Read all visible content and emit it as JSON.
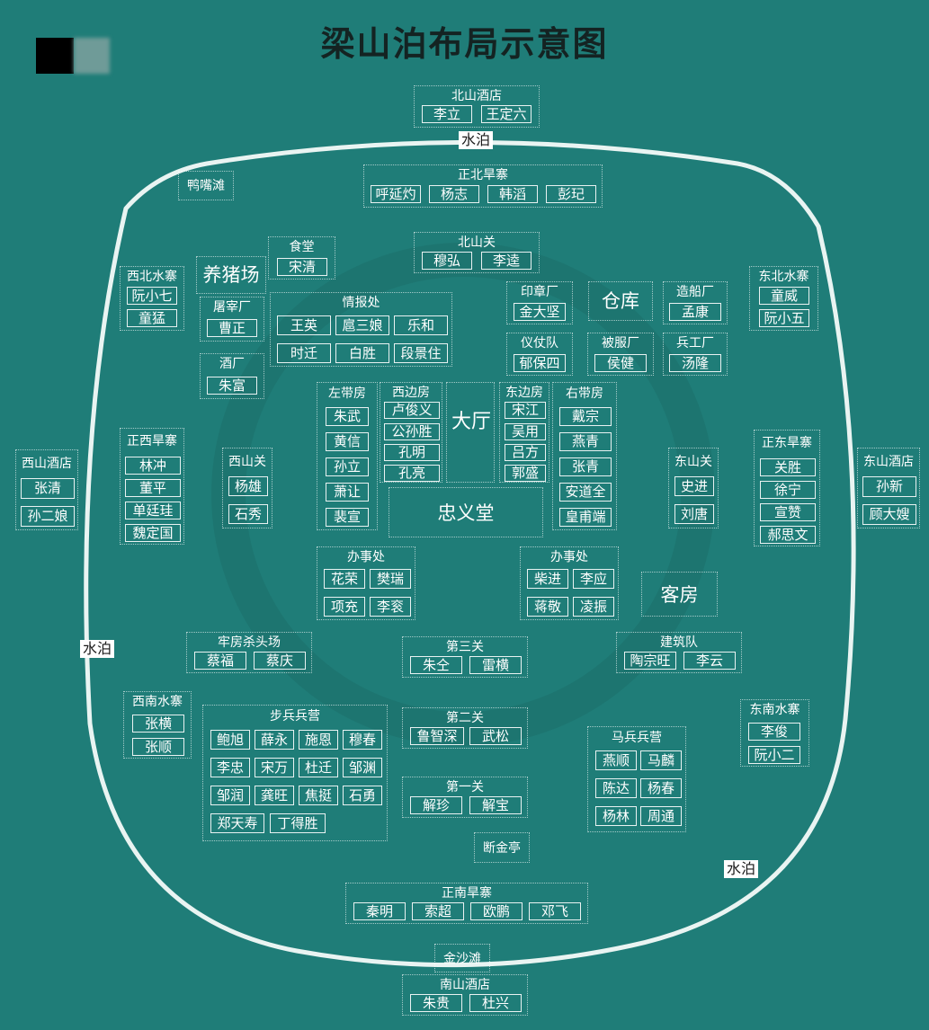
{
  "title": "梁山泊布局示意图",
  "water_label": "水泊",
  "groups": {
    "beishan_jiudian": {
      "title": "北山酒店",
      "members": [
        "李立",
        "王定六"
      ]
    },
    "zhengbei_hanzhai": {
      "title": "正北旱寨",
      "members": [
        "呼延灼",
        "杨志",
        "韩滔",
        "彭玘"
      ]
    },
    "yazuitan": {
      "title": "鸭嘴滩",
      "members": []
    },
    "beishanguan": {
      "title": "北山关",
      "members": [
        "穆弘",
        "李逵"
      ]
    },
    "shitang": {
      "title": "食堂",
      "members": [
        "宋清"
      ]
    },
    "yangzhuchang": {
      "title": "养猪场",
      "members": []
    },
    "xibei_shuizhai": {
      "title": "西北水寨",
      "members": [
        "阮小七",
        "童猛"
      ]
    },
    "tuzaichang": {
      "title": "屠宰厂",
      "members": [
        "曹正"
      ]
    },
    "qingbaochu": {
      "title": "情报处",
      "members": [
        "王英",
        "扈三娘",
        "乐和",
        "时迁",
        "白胜",
        "段景住"
      ]
    },
    "yinzhangchang": {
      "title": "印章厂",
      "members": [
        "金大坚"
      ]
    },
    "cangku": {
      "title": "仓库",
      "members": []
    },
    "zaochuanchang": {
      "title": "造船厂",
      "members": [
        "孟康"
      ]
    },
    "dongbei_shuizhai": {
      "title": "东北水寨",
      "members": [
        "童威",
        "阮小五"
      ]
    },
    "yizhangdui": {
      "title": "仪仗队",
      "members": [
        "郁保四"
      ]
    },
    "beifuchang": {
      "title": "被服厂",
      "members": [
        "侯健"
      ]
    },
    "binggongchang": {
      "title": "兵工厂",
      "members": [
        "汤隆"
      ]
    },
    "jiuchang": {
      "title": "酒厂",
      "members": [
        "朱富"
      ]
    },
    "zuodaifang": {
      "title": "左带房",
      "members": [
        "朱武",
        "黄信",
        "孙立",
        "萧让",
        "裴宣"
      ]
    },
    "xibianfang": {
      "title": "西边房",
      "members": [
        "卢俊义",
        "公孙胜",
        "孔明",
        "孔亮"
      ]
    },
    "dating": {
      "title": "大厅",
      "members": []
    },
    "dongbianfang": {
      "title": "东边房",
      "members": [
        "宋江",
        "吴用",
        "吕方",
        "郭盛"
      ]
    },
    "youdaifang": {
      "title": "右带房",
      "members": [
        "戴宗",
        "燕青",
        "张青",
        "安道全",
        "皇甫端"
      ]
    },
    "zhengxi_hanzhai": {
      "title": "正西旱寨",
      "members": [
        "林冲",
        "董平",
        "单廷珪",
        "魏定国"
      ]
    },
    "xishanguan": {
      "title": "西山关",
      "members": [
        "杨雄",
        "石秀"
      ]
    },
    "xishan_jiudian": {
      "title": "西山酒店",
      "members": [
        "张清",
        "孙二娘"
      ]
    },
    "zhongyitang": {
      "title": "忠义堂",
      "members": []
    },
    "dongshanguan": {
      "title": "东山关",
      "members": [
        "史进",
        "刘唐"
      ]
    },
    "zhengdong_hanzhai": {
      "title": "正东旱寨",
      "members": [
        "关胜",
        "徐宁",
        "宣赞",
        "郝思文"
      ]
    },
    "dongshan_jiudian": {
      "title": "东山酒店",
      "members": [
        "孙新",
        "顾大嫂"
      ]
    },
    "banshichu_w": {
      "title": "办事处",
      "members": [
        "花荣",
        "樊瑞",
        "项充",
        "李衮"
      ]
    },
    "banshichu_e": {
      "title": "办事处",
      "members": [
        "柴进",
        "李应",
        "蒋敬",
        "凌振"
      ]
    },
    "kefang": {
      "title": "客房",
      "members": []
    },
    "laofang": {
      "title": "牢房杀头场",
      "members": [
        "蔡福",
        "蔡庆"
      ]
    },
    "disanguan": {
      "title": "第三关",
      "members": [
        "朱仝",
        "雷横"
      ]
    },
    "jianzhudui": {
      "title": "建筑队",
      "members": [
        "陶宗旺",
        "李云"
      ]
    },
    "xinan_shuizhai": {
      "title": "西南水寨",
      "members": [
        "张横",
        "张顺"
      ]
    },
    "bubing_bingying": {
      "title": "步兵兵营",
      "members": [
        "鲍旭",
        "薛永",
        "施恩",
        "穆春",
        "李忠",
        "宋万",
        "杜迁",
        "邹渊",
        "邹润",
        "龚旺",
        "焦挺",
        "石勇",
        "郑天寿",
        "丁得胜"
      ]
    },
    "dierguan": {
      "title": "第二关",
      "members": [
        "鲁智深",
        "武松"
      ]
    },
    "mabing_bingying": {
      "title": "马兵兵营",
      "members": [
        "燕顺",
        "马麟",
        "陈达",
        "杨春",
        "杨林",
        "周通"
      ]
    },
    "dongnan_shuizhai": {
      "title": "东南水寨",
      "members": [
        "李俊",
        "阮小二"
      ]
    },
    "diyiguan": {
      "title": "第一关",
      "members": [
        "解珍",
        "解宝"
      ]
    },
    "duanjinting": {
      "title": "断金亭",
      "members": []
    },
    "zhengnan_hanzhai": {
      "title": "正南旱寨",
      "members": [
        "秦明",
        "索超",
        "欧鹏",
        "邓飞"
      ]
    },
    "jinshatan": {
      "title": "金沙滩",
      "members": []
    },
    "nanshan_jiudian": {
      "title": "南山酒店",
      "members": [
        "朱贵",
        "杜兴"
      ]
    }
  }
}
